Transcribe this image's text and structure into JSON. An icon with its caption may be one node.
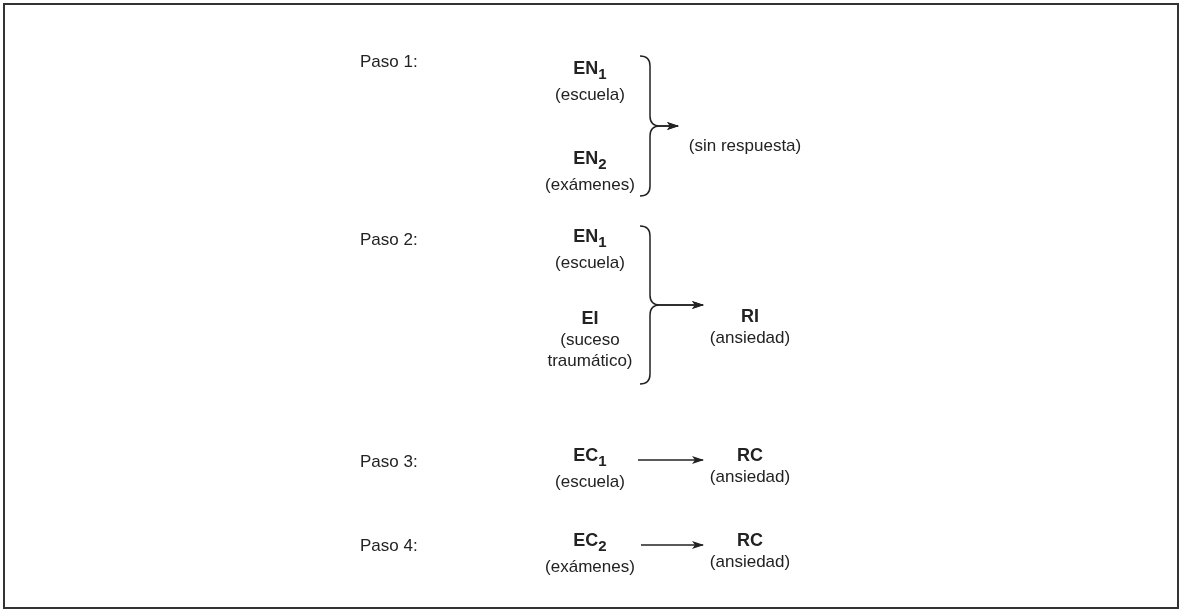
{
  "diagram": {
    "nodes": [
      {
        "text": [
          "EN$_{1}$",
          "(escuela)"
        ]
      },
      {
        "text": [
          "EN$_{2}$",
          "(exámenes)"
        ]
      },
      {
        "text": [
          "(sin respuesta)"
        ]
      },
      {
        "text": [
          "EN$_{1}$",
          "(escuela)"
        ]
      },
      {
        "text": [
          "EI",
          "(suceso traumático)"
        ]
      },
      {
        "text": [
          "RI",
          "(ansiedad)"
        ]
      },
      {
        "text": [
          "EC$_{1}$",
          "(escuela)"
        ]
      },
      {
        "text": [
          "RC",
          "(ansiedad)"
        ]
      },
      {
        "text": [
          "EC$_{2}$",
          "(exámenes)"
        ]
      },
      {
        "text": [
          "RC",
          "(ansiedad)"
        ]
      }
    ],
    "edges": [
      {
        "from": 0,
        "to": 2,
        "arrow": "to"
      },
      {
        "from": 1,
        "to": 2,
        "arrow": "to"
      },
      {
        "from": 3,
        "to": 5,
        "arrow": "to"
      },
      {
        "from": 4,
        "to": 5,
        "arrow": "to"
      },
      {
        "from": 6,
        "to": 7,
        "arrow": "to"
      },
      {
        "from": 8,
        "to": 9,
        "arrow": "to"
      }
    ],
    "labels": [
      "Paso 1:",
      "Paso 2:",
      "Paso 3:",
      "Paso 4:"
    ]
  }
}
